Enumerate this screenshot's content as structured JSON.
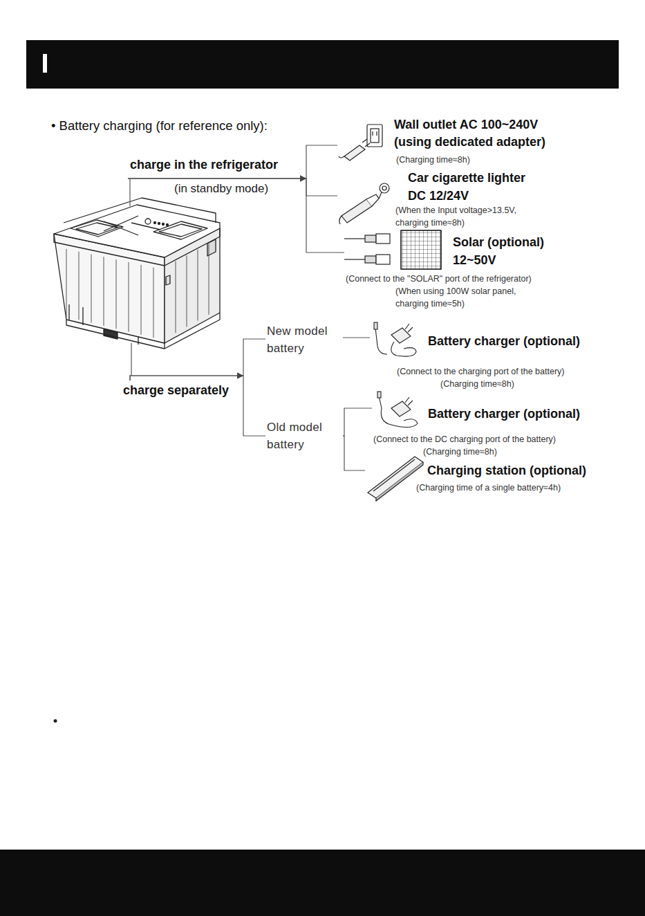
{
  "diagram": {
    "title": "• Battery charging (for reference only):",
    "nodes": [
      {
        "text": [
          "charge in the refrigerator",
          "(in standby mode)"
        ]
      },
      {
        "text": [
          "Wall outlet AC 100~240V",
          "(using dedicated adapter)",
          "(Charging time≈8h)"
        ]
      },
      {
        "text": [
          "Car cigarette lighter",
          "DC 12/24V",
          "(When the Input voltage>13.5V, charging time≈8h)"
        ]
      },
      {
        "text": [
          "Solar (optional)",
          "12~50V",
          "(Connect to the \"SOLAR\" port of the refrigerator)",
          "(When using 100W solar panel, charging time≈5h)"
        ]
      },
      {
        "text": [
          "charge separately"
        ]
      },
      {
        "text": [
          "New model battery"
        ]
      },
      {
        "text": [
          "Battery charger (optional)",
          "(Connect to the charging port of the battery)",
          "(Charging time≈8h)"
        ]
      },
      {
        "text": [
          "Old model battery"
        ]
      },
      {
        "text": [
          "Battery charger (optional)",
          "(Connect to the DC charging port of the battery)",
          "(Charging time≈8h)"
        ]
      },
      {
        "text": [
          "Charging station (optional)",
          "(Charging time of a single battery≈4h)"
        ]
      }
    ],
    "edges": [
      {
        "from": 0,
        "to": 1,
        "arrow": "to"
      },
      {
        "from": 0,
        "to": 2,
        "arrow": "to"
      },
      {
        "from": 0,
        "to": 3,
        "arrow": "to"
      },
      {
        "from": 4,
        "to": 5,
        "arrow": "to"
      },
      {
        "from": 4,
        "to": 7,
        "arrow": "to"
      },
      {
        "from": 5,
        "to": 6,
        "arrow": "none"
      },
      {
        "from": 7,
        "to": 8,
        "arrow": "none"
      },
      {
        "from": 7,
        "to": 9,
        "arrow": "none"
      }
    ]
  }
}
